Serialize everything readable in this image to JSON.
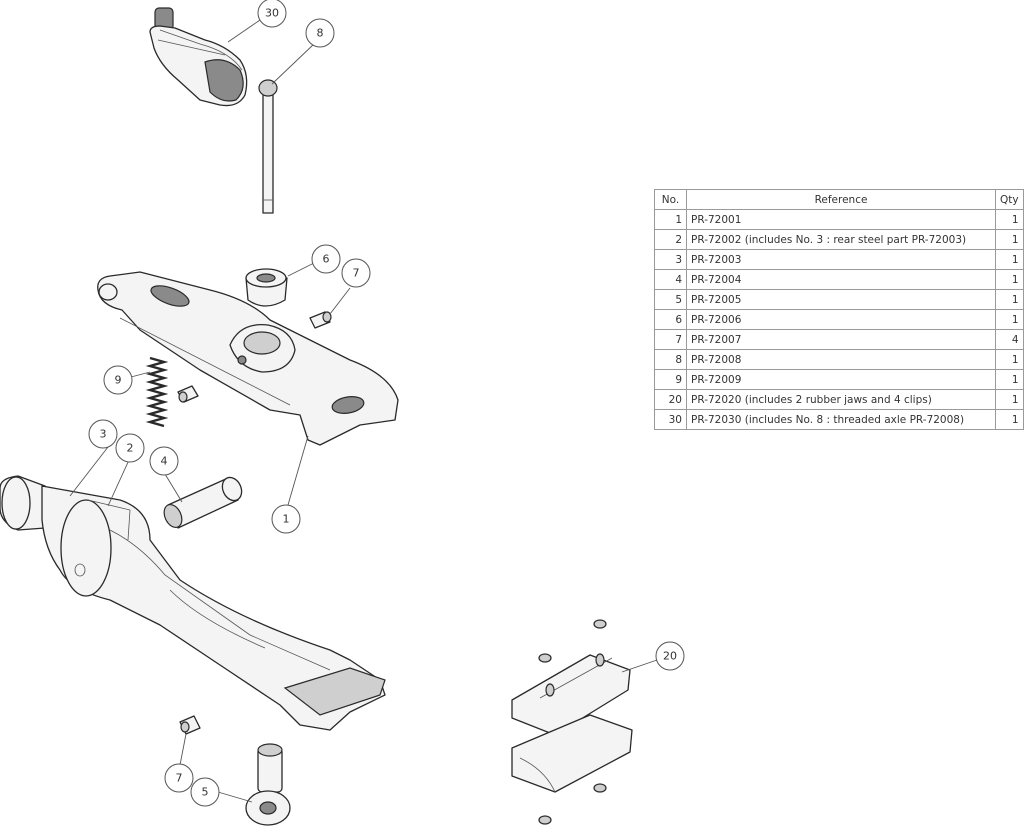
{
  "bom": {
    "headers": {
      "no": "No.",
      "reference": "Reference",
      "qty": "Qty"
    },
    "rows": [
      {
        "no": "1",
        "reference": "PR-72001",
        "qty": "1"
      },
      {
        "no": "2",
        "reference": "PR-72002 (includes No. 3 : rear steel part PR-72003)",
        "qty": "1"
      },
      {
        "no": "3",
        "reference": "PR-72003",
        "qty": "1"
      },
      {
        "no": "4",
        "reference": "PR-72004",
        "qty": "1"
      },
      {
        "no": "5",
        "reference": "PR-72005",
        "qty": "1"
      },
      {
        "no": "6",
        "reference": "PR-72006",
        "qty": "1"
      },
      {
        "no": "7",
        "reference": "PR-72007",
        "qty": "4"
      },
      {
        "no": "8",
        "reference": "PR-72008",
        "qty": "1"
      },
      {
        "no": "9",
        "reference": "PR-72009",
        "qty": "1"
      },
      {
        "no": "20",
        "reference": "PR-72020 (includes 2 rubber jaws and 4 clips)",
        "qty": "1"
      },
      {
        "no": "30",
        "reference": "PR-72030 (includes No. 8 : threaded axle PR-72008)",
        "qty": "1"
      }
    ]
  },
  "callouts": {
    "c30": "30",
    "c8": "8",
    "c6": "6",
    "c7a": "7",
    "c9": "9",
    "c1": "1",
    "c3": "3",
    "c2": "2",
    "c4": "4",
    "c7b": "7",
    "c5": "5",
    "c20": "20"
  }
}
